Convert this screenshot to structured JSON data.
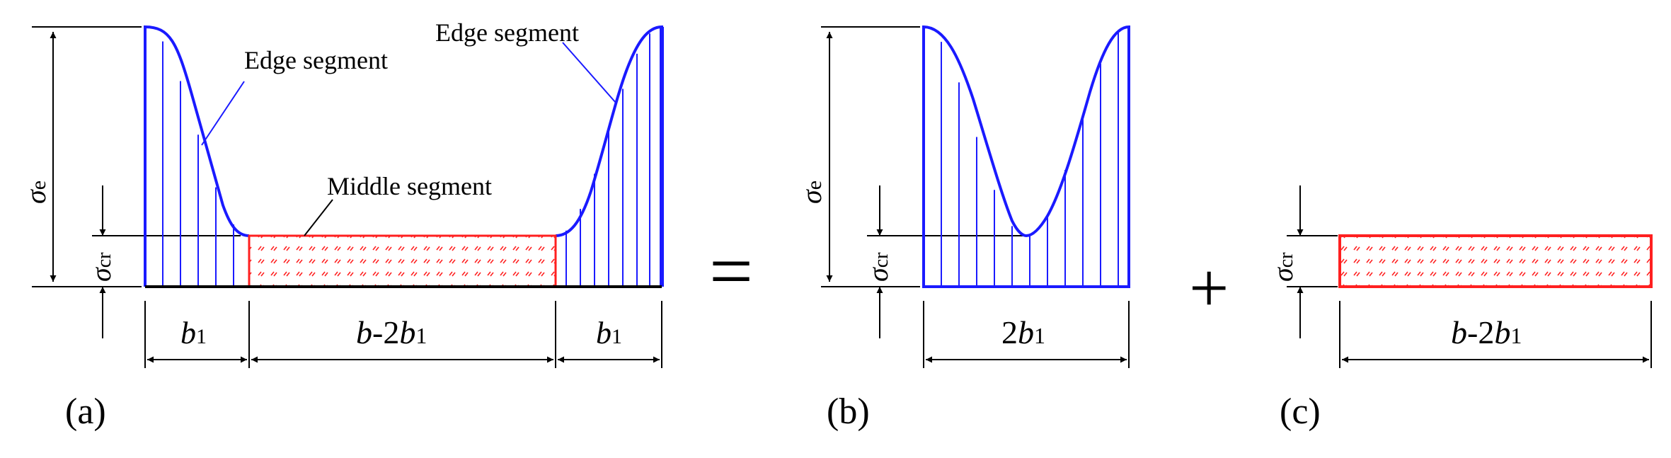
{
  "colors": {
    "edge_stress": "#1a1aff",
    "middle_stress": "#ff2020",
    "dimension_lines": "#000000"
  },
  "panel_a": {
    "label": "(a)",
    "sigma_e": "σ",
    "sigma_e_sub": "e",
    "sigma_cr": "σ",
    "sigma_cr_sub": "cr",
    "edge_segment_left": "Edge segment",
    "edge_segment_right": "Edge segment",
    "middle_segment": "Middle segment",
    "dim_left_b": "b",
    "dim_left_sub": "1",
    "dim_mid_b": "b",
    "dim_mid_rest": "-2",
    "dim_mid_b2": "b",
    "dim_mid_sub": "1",
    "dim_right_b": "b",
    "dim_right_sub": "1"
  },
  "equals_sign": "=",
  "panel_b": {
    "label": "(b)",
    "sigma_e": "σ",
    "sigma_e_sub": "e",
    "sigma_cr": "σ",
    "sigma_cr_sub": "cr",
    "dim_prefix": "2",
    "dim_b": "b",
    "dim_sub": "1"
  },
  "plus_sign": "+",
  "panel_c": {
    "label": "(c)",
    "sigma_cr": "σ",
    "sigma_cr_sub": "cr",
    "dim_b": "b",
    "dim_rest": "-2",
    "dim_b2": "b",
    "dim_sub": "1"
  }
}
